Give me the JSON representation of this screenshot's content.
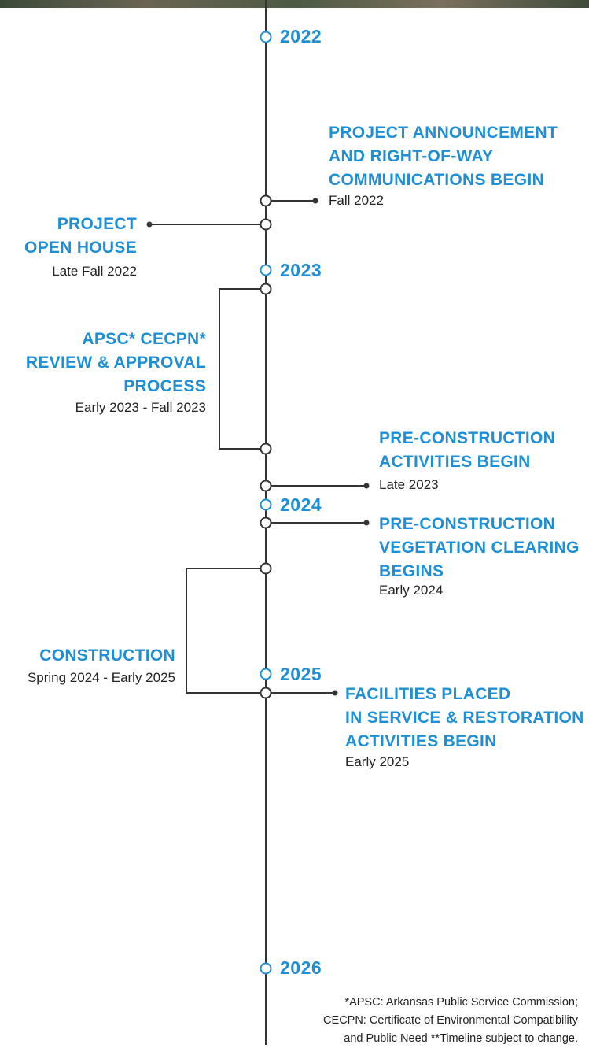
{
  "colors": {
    "accent": "#1e8fd5",
    "line": "#333333",
    "text": "#222222"
  },
  "years": [
    "2022",
    "2023",
    "2024",
    "2025",
    "2026"
  ],
  "events": {
    "announcement": {
      "title": [
        "PROJECT ANNOUNCEMENT",
        "AND RIGHT-OF-WAY",
        "COMMUNICATIONS BEGIN"
      ],
      "date": "Fall 2022"
    },
    "open_house": {
      "title": [
        "PROJECT",
        "OPEN HOUSE"
      ],
      "date": "Late Fall 2022"
    },
    "apsc_review": {
      "title": [
        "APSC* CECPN*",
        "REVIEW & APPROVAL",
        "PROCESS"
      ],
      "date": "Early 2023 - Fall 2023"
    },
    "pre_construction": {
      "title": [
        "PRE-CONSTRUCTION",
        "ACTIVITIES BEGIN"
      ],
      "date": "Late 2023"
    },
    "vegetation": {
      "title": [
        "PRE-CONSTRUCTION",
        "VEGETATION CLEARING",
        "BEGINS"
      ],
      "date": "Early 2024"
    },
    "construction": {
      "title": [
        "CONSTRUCTION"
      ],
      "date": "Spring 2024 - Early 2025"
    },
    "facilities": {
      "title": [
        "FACILITIES PLACED",
        "IN SERVICE & RESTORATION",
        "ACTIVITIES BEGIN"
      ],
      "date": "Early 2025"
    }
  },
  "footnote": [
    "*APSC: Arkansas Public Service Commission;",
    "CECPN: Certificate of Environmental Compatibility",
    "and Public Need **Timeline subject to change."
  ]
}
